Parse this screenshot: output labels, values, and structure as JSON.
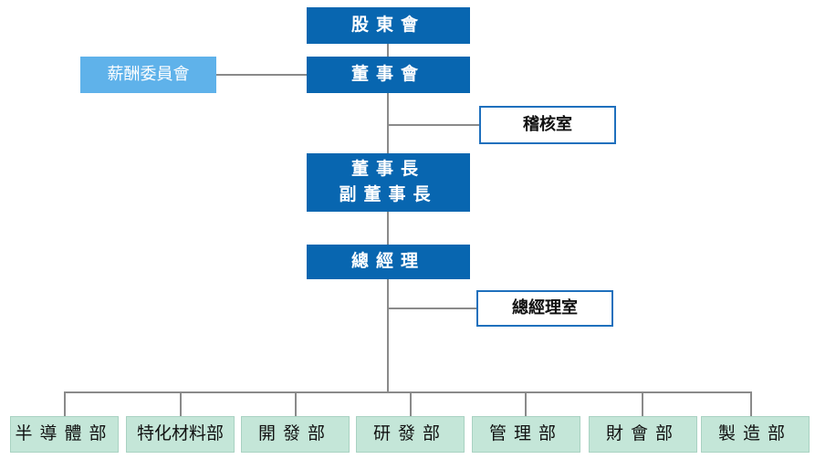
{
  "chart": {
    "shareholders": "股東會",
    "board": "董事會",
    "remuneration_committee": "薪酬委員會",
    "audit_office": "稽核室",
    "chairman": "董事長",
    "vice_chairman": "副董事長",
    "general_manager": "總經理",
    "gm_office": "總經理室",
    "departments": [
      "半導體部",
      "特化材料部",
      "開發部",
      "研發部",
      "管理部",
      "財會部",
      "製造部"
    ]
  },
  "colors": {
    "primary_blue": "#0866b0",
    "light_blue": "#5fb2ea",
    "outline_blue": "#1f70bd",
    "department_green": "#c4e6d8",
    "connector_gray": "#8a8a8a"
  }
}
